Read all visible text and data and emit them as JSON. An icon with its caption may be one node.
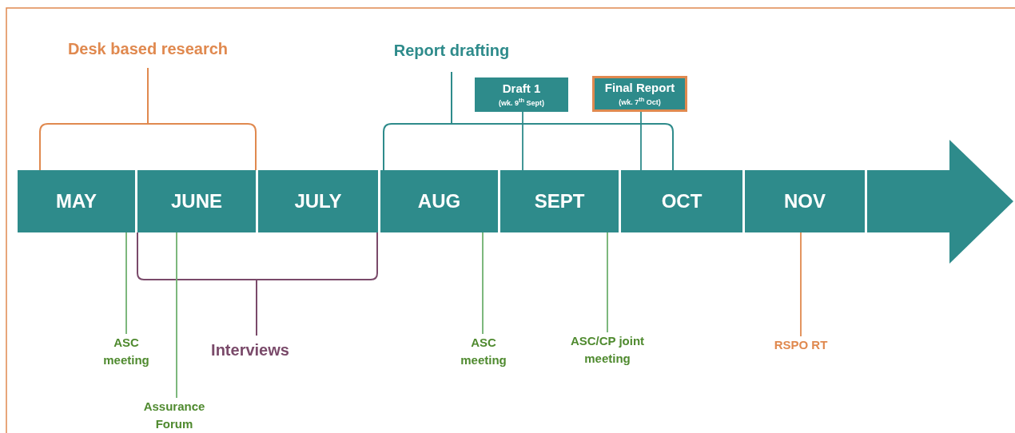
{
  "diagram": {
    "nodes": [
      {
        "text": [
          "Draft 1",
          "(wk. 9$^{th}$ Sept)"
        ]
      },
      {
        "text": [
          "Final Report",
          "(wk. 7$^{th}$ Oct)"
        ]
      },
      {
        "text": [
          "MAY"
        ]
      },
      {
        "text": [
          "JUNE"
        ]
      },
      {
        "text": [
          "JULY"
        ]
      },
      {
        "text": [
          "AUG"
        ]
      },
      {
        "text": [
          "SEPT"
        ]
      },
      {
        "text": [
          "OCT"
        ]
      },
      {
        "text": [
          "NOV"
        ]
      },
      {
        "text": [],
        "shape": "box"
      },
      {
        "text": [
          "ASC meeting"
        ]
      },
      {
        "text": [
          "Assurance Forum"
        ]
      },
      {
        "text": [
          "ASC meeting"
        ]
      },
      {
        "text": [
          "ASC/CP joint meeting"
        ]
      },
      {
        "text": [
          "RSPO RT"
        ]
      }
    ],
    "edges": [
      {
        "from": 0,
        "to": 6,
        "arrow": "none",
        "color": "#2e8b8b"
      },
      {
        "from": 1,
        "to": 7,
        "arrow": "none",
        "color": "#2e8b8b"
      },
      {
        "from": 10,
        "to": 2,
        "arrow": "none"
      },
      {
        "from": 11,
        "to": 3,
        "arrow": "none"
      },
      {
        "from": 12,
        "to": 5,
        "arrow": "none"
      },
      {
        "from": 13,
        "to": 6,
        "arrow": "none"
      },
      {
        "from": 14,
        "to": 8,
        "arrow": "none",
        "color": "#e0894f"
      }
    ],
    "labels": [
      "Desk based research",
      "Report drafting",
      "Interviews"
    ]
  }
}
